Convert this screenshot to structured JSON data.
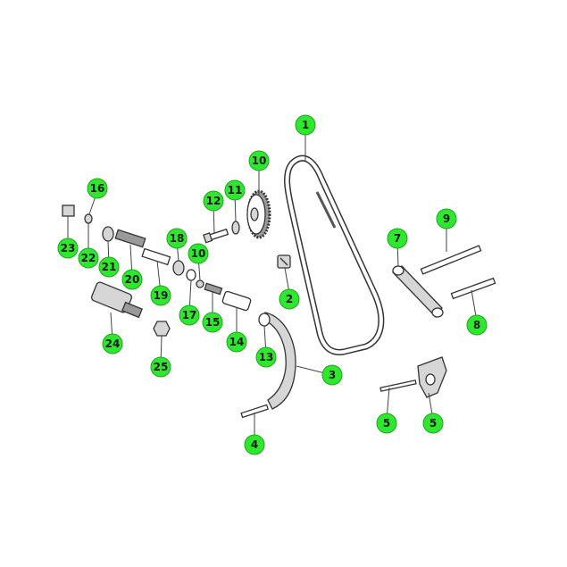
{
  "diagram": {
    "colors": {
      "callout_fill": "#2ee82e",
      "line": "#333333",
      "background": "#ffffff"
    },
    "callouts": [
      {
        "id": "c1",
        "label": "1"
      },
      {
        "id": "c2",
        "label": "2"
      },
      {
        "id": "c3",
        "label": "3"
      },
      {
        "id": "c4",
        "label": "4"
      },
      {
        "id": "c5a",
        "label": "5"
      },
      {
        "id": "c5b",
        "label": "5"
      },
      {
        "id": "c7",
        "label": "7"
      },
      {
        "id": "c8",
        "label": "8"
      },
      {
        "id": "c9",
        "label": "9"
      },
      {
        "id": "c10",
        "label": "10"
      },
      {
        "id": "c10b",
        "label": "10"
      },
      {
        "id": "c11",
        "label": "11"
      },
      {
        "id": "c12",
        "label": "12"
      },
      {
        "id": "c13",
        "label": "13"
      },
      {
        "id": "c14",
        "label": "14"
      },
      {
        "id": "c15",
        "label": "15"
      },
      {
        "id": "c16",
        "label": "16"
      },
      {
        "id": "c17",
        "label": "17"
      },
      {
        "id": "c18",
        "label": "18"
      },
      {
        "id": "c19",
        "label": "19"
      },
      {
        "id": "c20",
        "label": "20"
      },
      {
        "id": "c21",
        "label": "21"
      },
      {
        "id": "c22",
        "label": "22"
      },
      {
        "id": "c23",
        "label": "23"
      },
      {
        "id": "c24",
        "label": "24"
      },
      {
        "id": "c25",
        "label": "25"
      }
    ]
  }
}
